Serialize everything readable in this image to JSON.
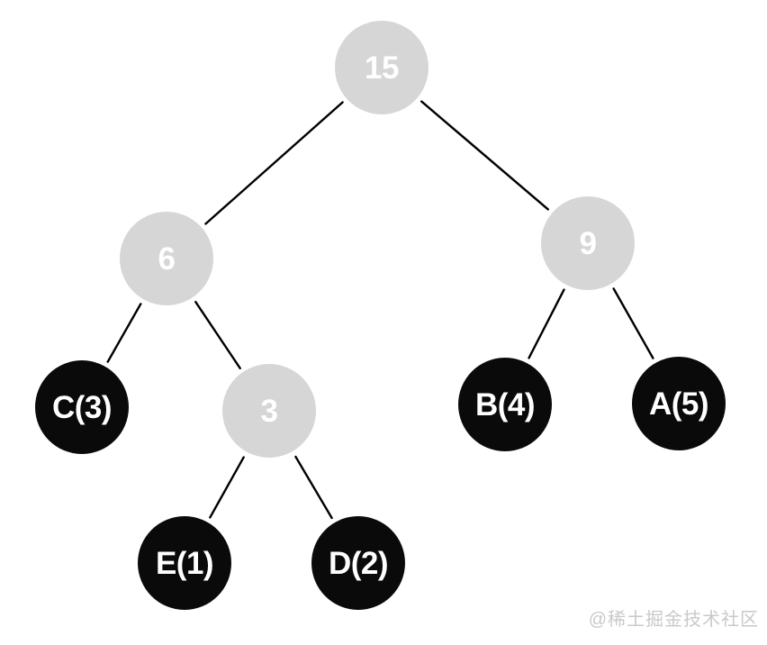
{
  "diagram": {
    "type": "binary-tree",
    "description": "Huffman coding tree with weighted leaf nodes",
    "nodes": [
      {
        "id": "root",
        "label": "15",
        "kind": "internal"
      },
      {
        "id": "n6",
        "label": "6",
        "kind": "internal"
      },
      {
        "id": "n9",
        "label": "9",
        "kind": "internal"
      },
      {
        "id": "leaf-c",
        "label": "C(3)",
        "kind": "leaf"
      },
      {
        "id": "n3",
        "label": "3",
        "kind": "internal"
      },
      {
        "id": "leaf-b",
        "label": "B(4)",
        "kind": "leaf"
      },
      {
        "id": "leaf-a",
        "label": "A(5)",
        "kind": "leaf"
      },
      {
        "id": "leaf-e",
        "label": "E(1)",
        "kind": "leaf"
      },
      {
        "id": "leaf-d",
        "label": "D(2)",
        "kind": "leaf"
      }
    ],
    "edges": [
      {
        "from": "15",
        "to": "6"
      },
      {
        "from": "15",
        "to": "9"
      },
      {
        "from": "6",
        "to": "C(3)"
      },
      {
        "from": "6",
        "to": "3"
      },
      {
        "from": "9",
        "to": "B(4)"
      },
      {
        "from": "9",
        "to": "A(5)"
      },
      {
        "from": "3",
        "to": "E(1)"
      },
      {
        "from": "3",
        "to": "D(2)"
      }
    ],
    "colors": {
      "internal_fill": "#d6d6d6",
      "leaf_fill": "#0a0a0a",
      "label_text": "#ffffff",
      "edge_line": "#000000",
      "watermark": "#c9c9c9"
    }
  },
  "watermark": {
    "text": "@稀土掘金技术社区"
  }
}
